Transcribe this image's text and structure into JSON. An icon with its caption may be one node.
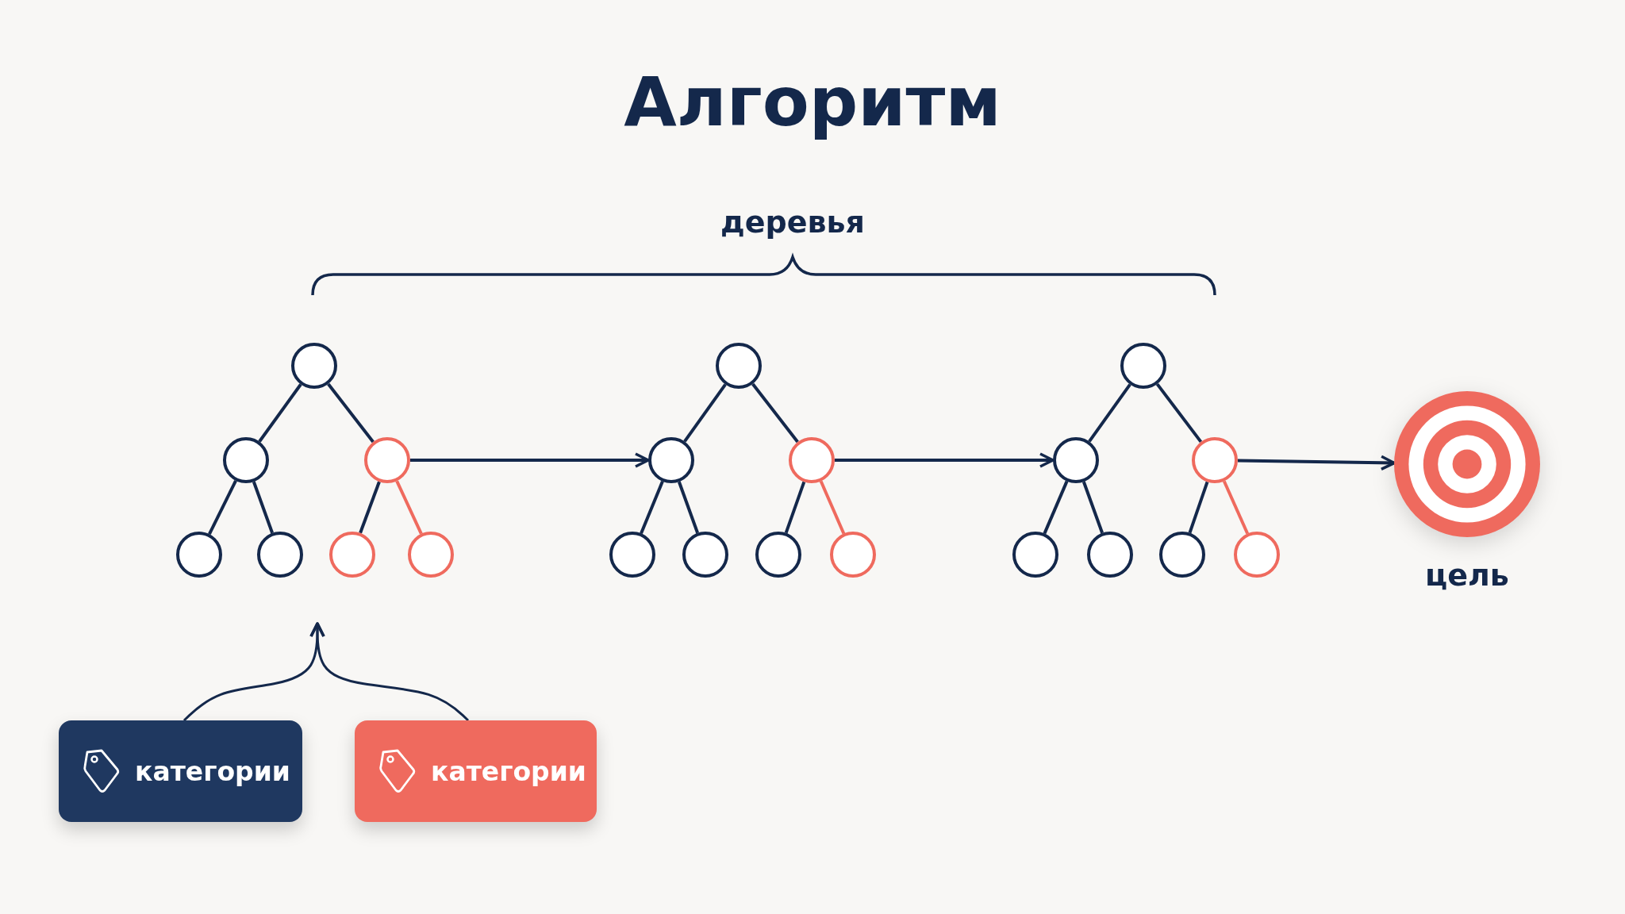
{
  "diagram": {
    "title": "Алгоритм",
    "nodes": [
      {
        "text": [],
        "shape": "circle"
      },
      {
        "text": [],
        "shape": "circle"
      },
      {
        "text": [],
        "shape": "circle"
      },
      {
        "text": [],
        "shape": "circle"
      },
      {
        "text": [],
        "shape": "circle"
      },
      {
        "text": [],
        "shape": "circle"
      },
      {
        "text": [],
        "shape": "circle"
      },
      {
        "text": [],
        "shape": "circle"
      },
      {
        "text": [],
        "shape": "circle"
      },
      {
        "text": [],
        "shape": "circle"
      },
      {
        "text": [],
        "shape": "circle"
      },
      {
        "text": [],
        "shape": "circle"
      },
      {
        "text": [],
        "shape": "circle"
      },
      {
        "text": [],
        "shape": "circle"
      },
      {
        "text": [],
        "shape": "circle"
      },
      {
        "text": [],
        "shape": "circle"
      },
      {
        "text": [],
        "shape": "circle"
      },
      {
        "text": [],
        "shape": "circle"
      },
      {
        "text": [],
        "shape": "circle"
      },
      {
        "text": [],
        "shape": "circle"
      },
      {
        "text": [],
        "shape": "circle"
      },
      {
        "text": [],
        "shape": "target",
        "beside": [
          "цель"
        ]
      },
      {
        "text": [
          "категории"
        ]
      },
      {
        "text": [
          "категории"
        ]
      }
    ],
    "edges": [
      {
        "from": 0,
        "to": 1,
        "arrow": "none"
      },
      {
        "from": 0,
        "to": 2,
        "arrow": "none"
      },
      {
        "from": 1,
        "to": 3,
        "arrow": "none"
      },
      {
        "from": 1,
        "to": 4,
        "arrow": "none"
      },
      {
        "from": 2,
        "to": 5,
        "arrow": "none"
      },
      {
        "from": 2,
        "to": 6,
        "arrow": "none",
        "color": "#ef6a5e"
      },
      {
        "from": 7,
        "to": 8,
        "arrow": "none"
      },
      {
        "from": 7,
        "to": 9,
        "arrow": "none"
      },
      {
        "from": 8,
        "to": 10,
        "arrow": "none"
      },
      {
        "from": 8,
        "to": 11,
        "arrow": "none"
      },
      {
        "from": 9,
        "to": 12,
        "arrow": "none"
      },
      {
        "from": 9,
        "to": 13,
        "arrow": "none",
        "color": "#ef6a5e"
      },
      {
        "from": 14,
        "to": 15,
        "arrow": "none"
      },
      {
        "from": 14,
        "to": 16,
        "arrow": "none"
      },
      {
        "from": 15,
        "to": 17,
        "arrow": "none"
      },
      {
        "from": 15,
        "to": 18,
        "arrow": "none"
      },
      {
        "from": 16,
        "to": 19,
        "arrow": "none"
      },
      {
        "from": 16,
        "to": 20,
        "arrow": "none",
        "color": "#ef6a5e"
      },
      {
        "from": 2,
        "to": 8,
        "arrow": "to"
      },
      {
        "from": 9,
        "to": 15,
        "arrow": "to"
      },
      {
        "from": 16,
        "to": 21,
        "arrow": "to"
      },
      {
        "from": 22,
        "to": null,
        "arrow": "to"
      },
      {
        "from": 23,
        "to": null,
        "arrow": "to"
      }
    ],
    "labels": [
      "деревья"
    ]
  }
}
